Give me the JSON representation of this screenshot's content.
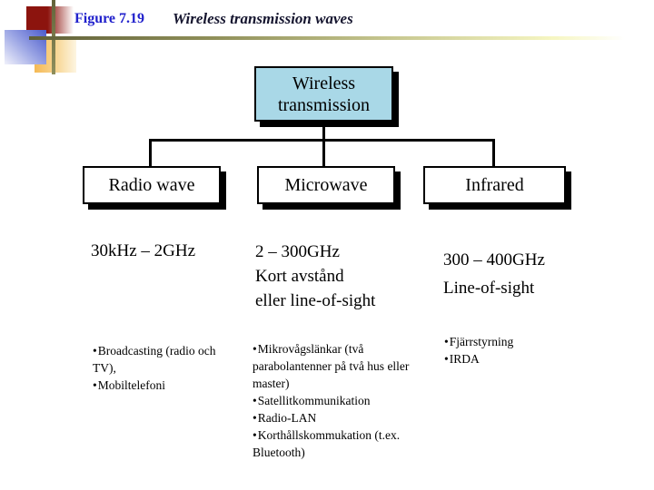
{
  "slide": {
    "figure_label": "Figure 7.19",
    "title": "Wireless transmission waves"
  },
  "bullet_char": "•",
  "tree": {
    "root_lines": [
      "Wireless",
      "transmission"
    ],
    "children": [
      "Radio wave",
      "Microwave",
      "Infrared"
    ]
  },
  "columns": [
    {
      "id": "radio-wave",
      "heading_lines": [
        "30kHz – 2GHz"
      ],
      "items": [
        "Broadcasting (radio och TV),",
        "Mobiltelefoni"
      ]
    },
    {
      "id": "microwave",
      "heading_lines": [
        "2 – 300GHz",
        "Kort avstånd",
        "eller line-of-sight"
      ],
      "items": [
        "Mikrovågslänkar (två parabolantenner på två hus eller master)",
        "Satellitkommunikation",
        "Radio-LAN",
        "Korthållskommukation (t.ex. Bluetooth)"
      ]
    },
    {
      "id": "infrared",
      "heading_lines": [
        "300 – 400GHz",
        "Line-of-sight"
      ],
      "items": [
        "Fjärrstyrning",
        "IRDA"
      ]
    }
  ],
  "colors": {
    "node_fill_blue": "#a9d8e7",
    "figure_label_blue": "#2121cc",
    "title_text": "#14142e",
    "rule_olive": "#6b6b40",
    "ornament_red": "#8c140e",
    "ornament_blue": "#4b5bcc",
    "ornament_orange": "#f5b954",
    "connector_black": "#000000"
  }
}
